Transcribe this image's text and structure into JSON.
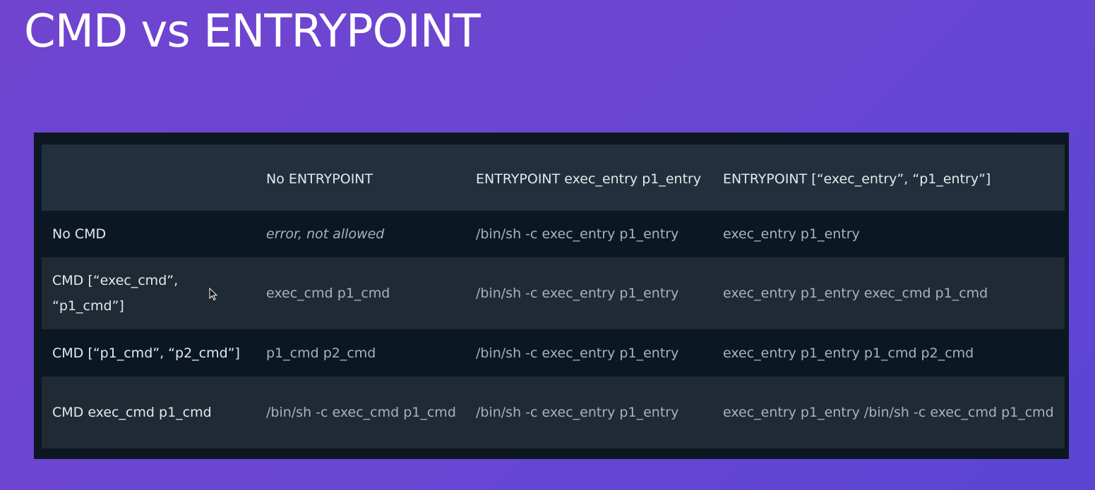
{
  "slide": {
    "title": "CMD vs ENTRYPOINT"
  },
  "table": {
    "columns": [
      "",
      "No ENTRYPOINT",
      "ENTRYPOINT exec_entry p1_entry",
      "ENTRYPOINT [“exec_entry”, “p1_entry”]"
    ],
    "rows": [
      {
        "label": "No CMD",
        "cells": [
          "error, not allowed",
          "/bin/sh -c exec_entry p1_entry",
          "exec_entry p1_entry"
        ]
      },
      {
        "label": "CMD [“exec_cmd”, “p1_cmd”]",
        "cells": [
          "exec_cmd p1_cmd",
          "/bin/sh -c exec_entry p1_entry",
          "exec_entry p1_entry exec_cmd p1_cmd"
        ]
      },
      {
        "label": "CMD [“p1_cmd”, “p2_cmd”]",
        "cells": [
          "p1_cmd p2_cmd",
          "/bin/sh -c exec_entry p1_entry",
          "exec_entry p1_entry p1_cmd p2_cmd"
        ]
      },
      {
        "label": "CMD exec_cmd p1_cmd",
        "cells": [
          "/bin/sh -c exec_cmd p1_cmd",
          "/bin/sh -c exec_entry p1_entry",
          "exec_entry p1_entry /bin/sh -c exec_cmd p1_cmd"
        ]
      }
    ]
  },
  "colors": {
    "background_start": "#7044cf",
    "background_end": "#5b45d3",
    "table_frame": "#0c1721",
    "header_row": "#22303d",
    "dark_row": "#0b1824",
    "light_row": "#1f2a34",
    "header_text": "#e4e8ec",
    "cell_text": "#a9b2bb"
  },
  "icons": {
    "cursor": "mouse-pointer-icon"
  }
}
